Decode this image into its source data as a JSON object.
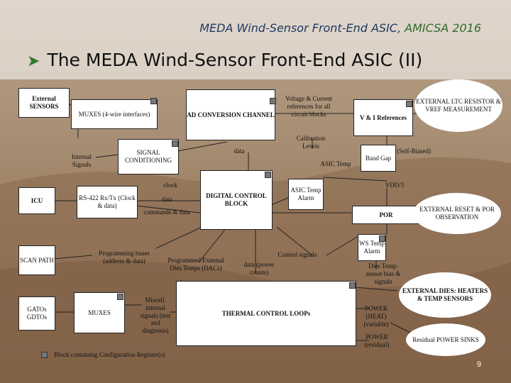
{
  "header": {
    "conference_prefix": "MEDA Wind-Sensor Front-End ASIC, ",
    "conference_venue": "AMICSA 2016",
    "slide_title": "The MEDA Wind-Sensor Front-End ASIC (II)"
  },
  "blocks": {
    "external_sensors": "External SENSORS",
    "muxes_top": "MUXES (4-wire interfaces)",
    "internal_signals": "Internal Signals",
    "signal_conditioning": "SIGNAL CONDITIONING",
    "ad_conversion": "AD CONVERSION CHANNEL",
    "voltage_current_refs": "Voltage & Current references for all circuit blocks",
    "v_i_references": "V & I References",
    "external_ltc": "EXTERNAL LTC RESISTOR & VREF MEASUREMENT",
    "calibration_levels": "Calibration Levels",
    "asic_temp": "ASIC Temp",
    "band_gap": "Band Gap",
    "self_biased": "(Self-Biased)",
    "icu": "ICU",
    "rs422": "RS-422 Rx/Tx (Clock & data)",
    "clock": "clock",
    "data_top": "data",
    "data_mid": "data",
    "commands_data": "commands & data",
    "digital_control": "DIGITAL CONTROL BLOCK",
    "asic_temp_alarm": "ASIC Temp Alarm",
    "vdd3": "VDD/3",
    "por": "POR",
    "external_reset": "EXTERNAL RESET & POR OBSERVATION",
    "scan_path": "SCAN PATH",
    "programming_buses": "Programming buses (address & data)",
    "programmed_external": "Programmed External Dies Temps (DACs)",
    "control_signals": "Control signals",
    "data_power": "data (power counts)",
    "ws_temp_alarm": "WS Temp Alarm",
    "dies_temp": "Dies Temp: sensor bias & signals",
    "external_dies": "EXTERNAL DIES: HEATERS & TEMP SENSORS",
    "gatos": "GATOs GDTOs",
    "muxes_bottom": "MUXES",
    "miscell": "Miscell. internal signals (test and diagnosis)",
    "thermal_control": "THERMAL CONTROL LOOPs",
    "power_heat": "POWER (HEAT) (variable)",
    "power_residual": "POWER (residual)",
    "residual_power_sinks": "Residual POWER SINKS",
    "legend": "Block containing Configuration Register(s)"
  },
  "page_number": "9"
}
